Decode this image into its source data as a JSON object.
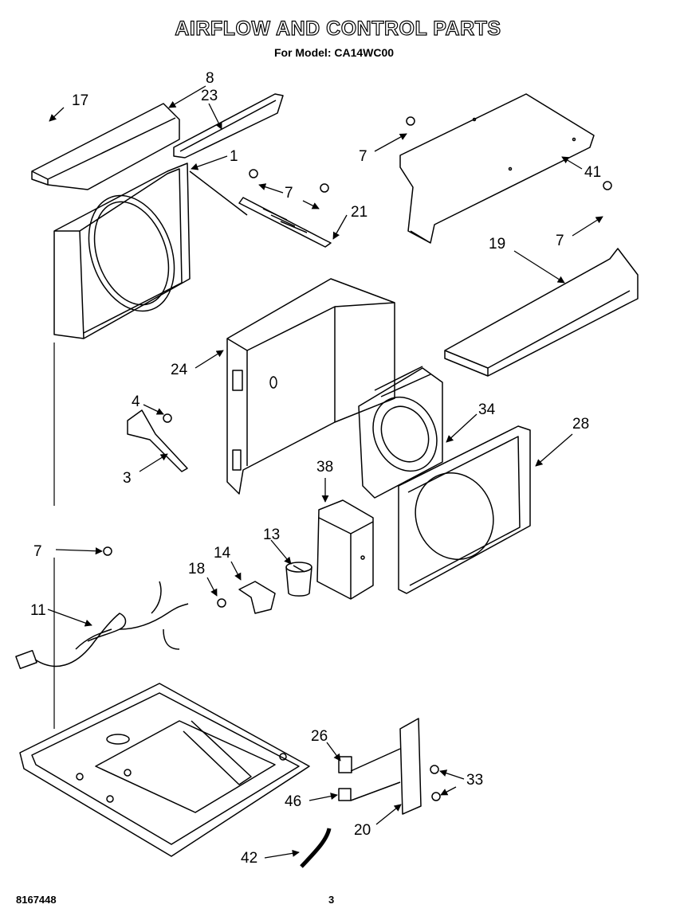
{
  "header": {
    "title": "AIRFLOW AND CONTROL PARTS",
    "subtitle": "For Model: CA14WC00"
  },
  "footer": {
    "doc_number": "8167448",
    "page_number": "3"
  },
  "callouts": {
    "c17": "17",
    "c8": "8",
    "c23": "23",
    "c1": "1",
    "c7a": "7",
    "c7b": "7",
    "c7c": "7",
    "c7d": "7",
    "c21": "21",
    "c41": "41",
    "c19": "19",
    "c24": "24",
    "c4": "4",
    "c3": "3",
    "c34": "34",
    "c28": "28",
    "c38": "38",
    "c13": "13",
    "c14": "14",
    "c18": "18",
    "c11": "11",
    "c26": "26",
    "c33": "33",
    "c46": "46",
    "c20": "20",
    "c42": "42"
  }
}
